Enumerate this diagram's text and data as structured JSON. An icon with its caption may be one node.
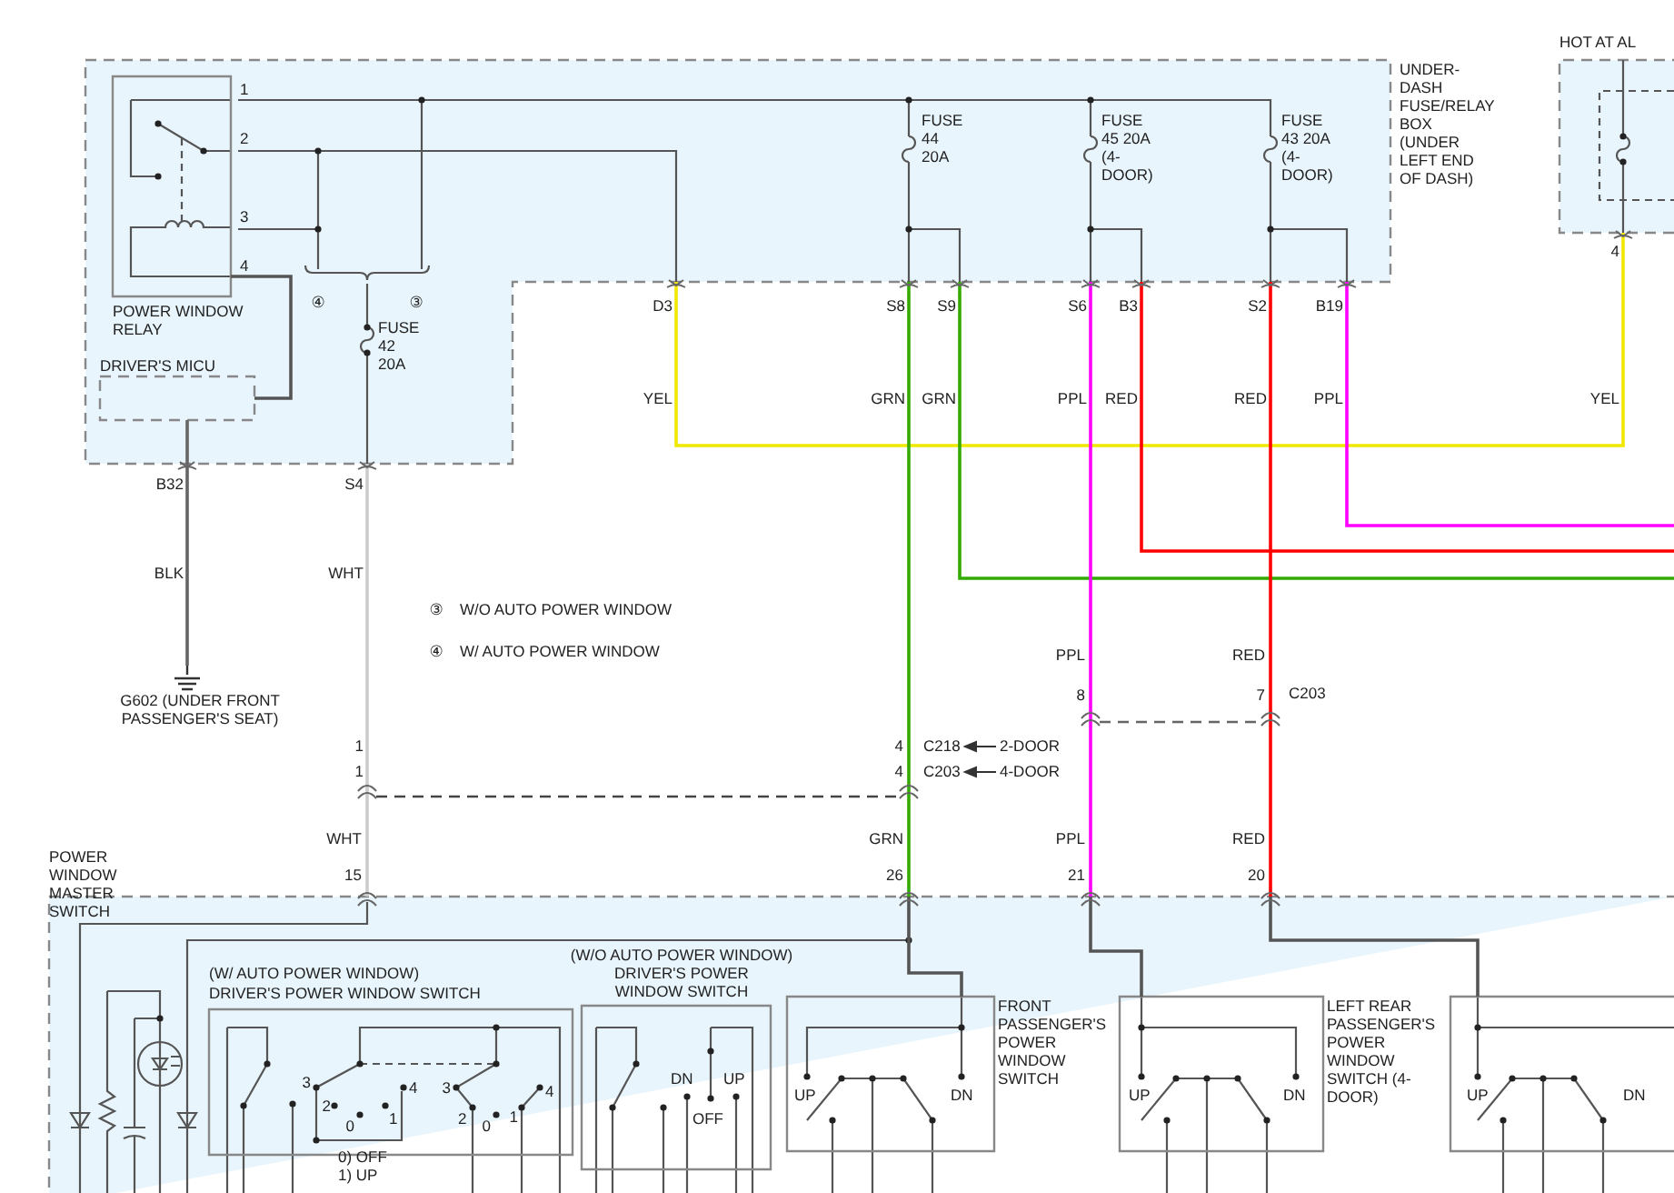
{
  "diagram": {
    "nodes": [
      {
        "text": [
          "UNDER-DASH FUSE/RELAY BOX (UNDER LEFT END OF DASH)"
        ]
      },
      {
        "text": [
          "POWER WINDOW RELAY"
        ],
        "in": 0
      },
      {
        "text": [
          "DRIVER'S MICU"
        ],
        "in": 0
      },
      {
        "text": [
          "HOT AT AL"
        ]
      },
      {
        "text": [
          "G602 (UNDER FRONT PASSENGER'S SEAT)"
        ]
      },
      {
        "text": [
          "POWER WINDOW MASTER SWITCH"
        ]
      },
      {
        "text": [
          "(W/ AUTO POWER WINDOW)",
          "DRIVER'S POWER WINDOW SWITCH"
        ],
        "in": 5
      },
      {
        "text": [
          "(W/O AUTO POWER WINDOW)",
          "DRIVER'S POWER WINDOW SWITCH"
        ],
        "in": 5
      },
      {
        "text": [
          "FRONT PASSENGER'S POWER WINDOW SWITCH"
        ],
        "in": 5
      },
      {
        "text": [
          "LEFT REAR PASSENGER'S POWER WINDOW SWITCH (4-DOOR)"
        ],
        "in": 5
      },
      {
        "text": [],
        "shape": "box",
        "in": 5
      }
    ],
    "edges": [
      {
        "from": 0,
        "to": 3,
        "arrow": "none",
        "label": "YEL",
        "color": "#f0e800"
      },
      {
        "from": 0,
        "to": 5,
        "arrow": "none",
        "label": "GRN",
        "color": "#33aa00"
      },
      {
        "from": 0,
        "to": null,
        "arrow": "none",
        "label": "GRN",
        "color": "#33aa00"
      },
      {
        "from": 0,
        "to": 5,
        "arrow": "none",
        "label": "PPL",
        "color": "#ff00ff"
      },
      {
        "from": 0,
        "to": null,
        "arrow": "none",
        "label": "RED",
        "color": "#ff0000"
      },
      {
        "from": 0,
        "to": 5,
        "arrow": "none",
        "label": "RED",
        "color": "#ff0000"
      },
      {
        "from": 0,
        "to": null,
        "arrow": "none",
        "label": "PPL",
        "color": "#ff00ff"
      },
      {
        "from": 0,
        "to": 5,
        "arrow": "none",
        "label": "WHT",
        "color": "#cccccc"
      },
      {
        "from": 2,
        "to": 4,
        "arrow": "none",
        "label": "BLK",
        "color": "#666666"
      },
      {
        "from": 1,
        "to": 2,
        "arrow": "none"
      },
      {
        "from": 5,
        "to": 8,
        "arrow": "none"
      },
      {
        "from": 5,
        "to": 9,
        "arrow": "none"
      },
      {
        "from": 5,
        "to": 10,
        "arrow": "none"
      }
    ],
    "labels": [
      "1",
      "2",
      "3",
      "4",
      "④",
      "③",
      "FUSE 42 20A",
      "FUSE 44 20A",
      "FUSE 45 20A (4-DOOR)",
      "FUSE 43 20A (4-DOOR)",
      "D3",
      "S8",
      "S9",
      "S6",
      "B3",
      "S2",
      "B19",
      "4",
      "B32",
      "S4",
      "YEL",
      "③",
      "W/O AUTO POWER WINDOW",
      "④",
      "W/ AUTO POWER WINDOW",
      "PPL",
      "RED",
      "8",
      "7",
      "C203",
      "1",
      "1",
      "4",
      "C218",
      "2-DOOR",
      "4",
      "C203",
      "4-DOOR",
      "WHT",
      "GRN",
      "PPL",
      "RED",
      "15",
      "26",
      "21",
      "20",
      "3",
      "2",
      "0",
      "1",
      "4",
      "3",
      "2",
      "0",
      "1",
      "4",
      "0) OFF",
      "1) UP",
      "DN",
      "UP",
      "OFF",
      "UP",
      "DN",
      "UP",
      "DN",
      "UP",
      "DN"
    ]
  }
}
